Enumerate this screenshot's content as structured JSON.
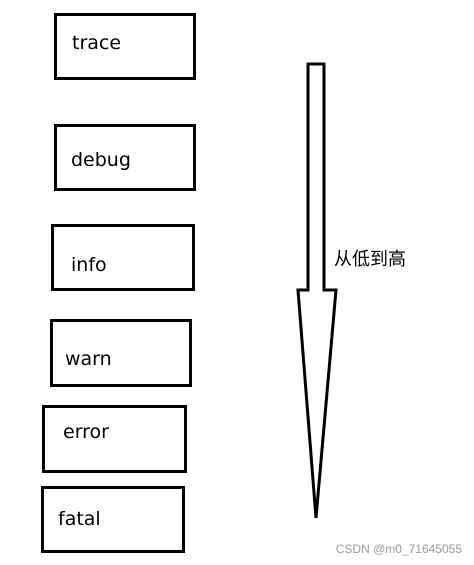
{
  "levels": [
    "trace",
    "debug",
    "info",
    "warn",
    "error",
    "fatal"
  ],
  "arrow_label": "从低到高",
  "watermark": "CSDN @m0_71645055",
  "colors": {
    "stroke": "#000000",
    "background": "#ffffff",
    "watermark": "#9a9a9a"
  }
}
